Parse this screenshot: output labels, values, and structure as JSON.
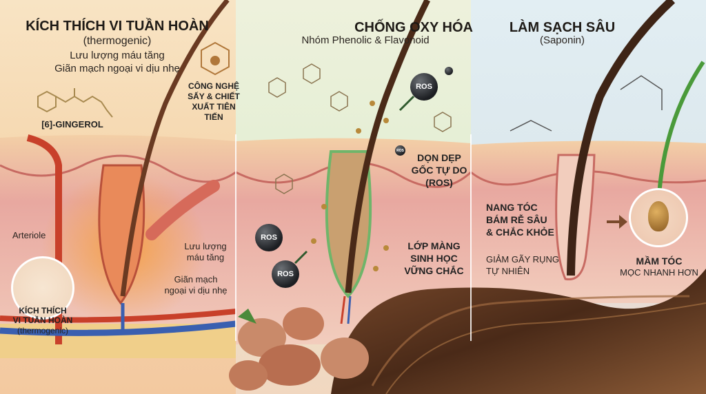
{
  "panel_circulation": {
    "title": "KÍCH THÍCH VI TUẦN HOÀN",
    "subtitle": "(thermogenic)",
    "line1": "Lưu lượng máu tăng",
    "line2": "Giãn mạch ngoại vi dịu nhẹ",
    "molecule_label": "[6]-GINGEROL",
    "tech_label": [
      "CÔNG NGHỆ",
      "SẤY & CHIẾT",
      "XUẤT TIÊN",
      "TIẾN"
    ],
    "arteriole_label": "Arteriole",
    "flow_label": [
      "Lưu lượng",
      "máu tăng"
    ],
    "dilation_label": [
      "Giãn mạch",
      "ngoại vi dịu nhẹ"
    ],
    "badge": [
      "KÍCH THÍCH",
      "VI TUẦN HOÀN",
      "(thermogenic)"
    ]
  },
  "panel_antioxidant": {
    "title": "CHỐNG OXY HÓA",
    "subtitle": "Nhóm Phenolic & Flavonoid",
    "ros": "ROS",
    "scavenge_label": [
      "DỌN DẸP",
      "GỐC TỰ DO",
      "(ROS)"
    ],
    "membrane_label": [
      "LỚP MÀNG",
      "SINH HỌC",
      "VỮNG CHẮC"
    ]
  },
  "panel_cleansing": {
    "title": "LÀM SẠCH SÂU",
    "subtitle": "(Saponin)",
    "follicle_label": [
      "NANG TÓC",
      "BÁM RỄ SÂU",
      "& CHẮC KHỎE"
    ],
    "breakage_label": [
      "GIẢM GÃY RỤNG",
      "TỰ NHIÊN"
    ],
    "sprout_label": [
      "MẦM TÓC",
      "MỌC NHANH HƠN"
    ]
  },
  "colors": {
    "skin": "#e9a9a0",
    "hair": "#5a3520",
    "vein": "#3a5fb0",
    "artery": "#c8402a",
    "gold": "#b8893a"
  }
}
